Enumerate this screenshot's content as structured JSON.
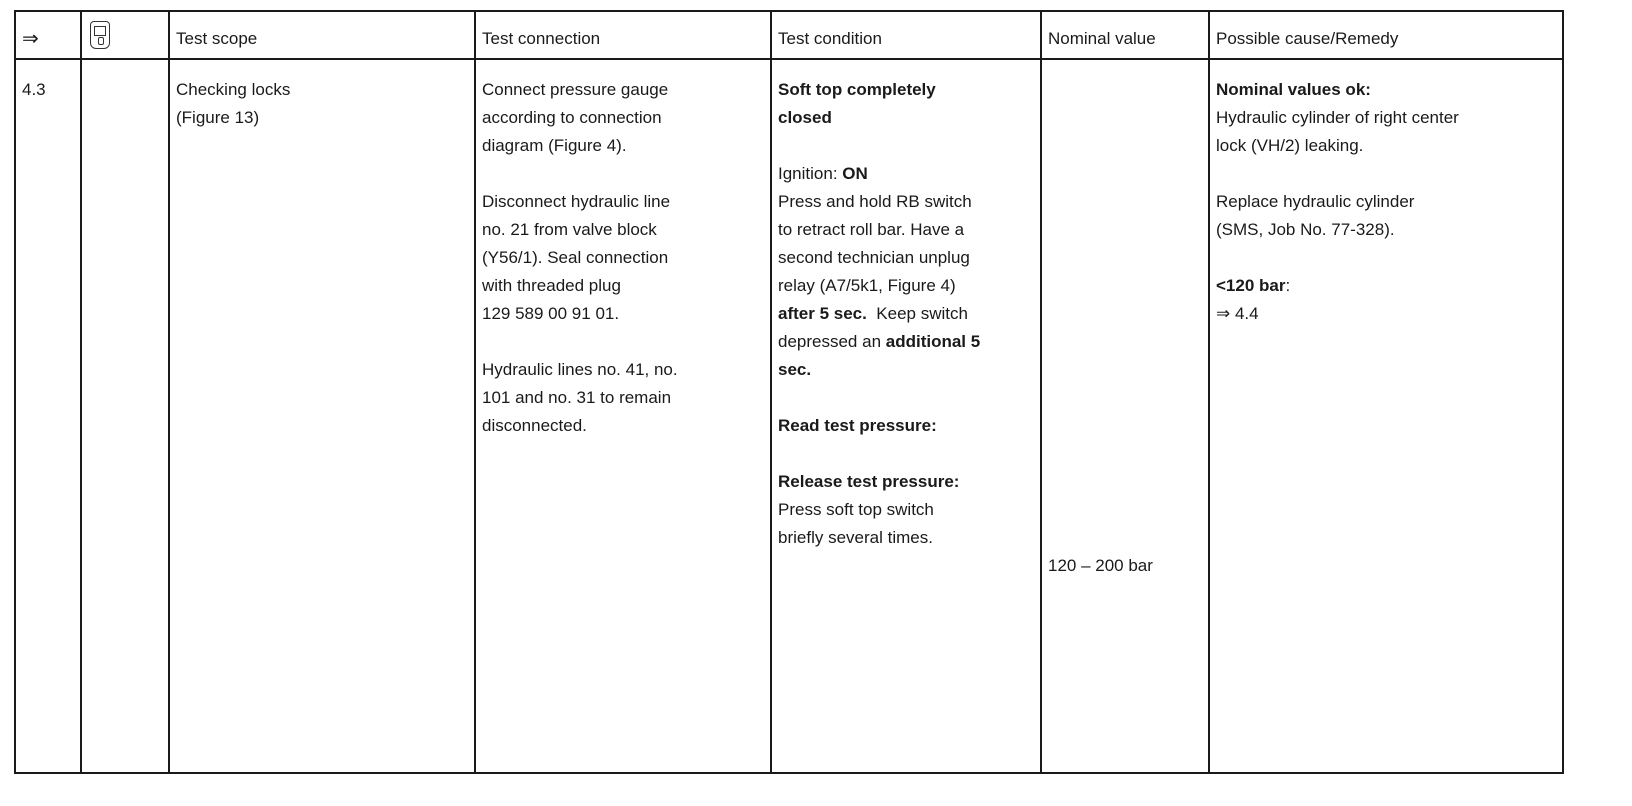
{
  "header": {
    "arrow": "⇒",
    "tester_icon": "tester-icon",
    "scope": "Test scope",
    "connection": "Test connection",
    "condition": "Test condition",
    "nominal": "Nominal value",
    "remedy": "Possible cause/Remedy"
  },
  "row": {
    "step": "4.3",
    "scope_line1": "Checking locks",
    "scope_line2": "(Figure 13)",
    "conn_p1": [
      "Connect pressure gauge",
      "according to connection",
      "diagram (Figure 4)."
    ],
    "conn_p2": [
      "Disconnect hydraulic line",
      "no. 21 from valve block",
      "(Y56/1).  Seal connection",
      "with threaded plug",
      "129 589 00 91 01."
    ],
    "conn_p3": [
      "Hydraulic lines no. 41,  no.",
      "101 and no. 31 to remain",
      "disconnected."
    ],
    "cond_head1": "Soft top completely",
    "cond_head2": "closed",
    "cond_ign_label": "Ignition: ",
    "cond_ign_value": "ON",
    "cond_l1": "Press and hold RB switch",
    "cond_l2": "to retract roll bar.  Have a",
    "cond_l3": "second technician unplug",
    "cond_l4": "relay (A7/5k1, Figure 4)",
    "cond_l5_bold": "after 5 sec.",
    "cond_l5_rest": "  Keep switch",
    "cond_l6_plain": "depressed an ",
    "cond_l6_bold": "additional 5",
    "cond_l7_bold": "sec.",
    "cond_read": "Read test pressure:",
    "cond_release": "Release test pressure:",
    "cond_r1": "Press soft top switch",
    "cond_r2": "briefly several times.",
    "nominal": "120 – 200 bar",
    "rem_head": "Nominal values ok:",
    "rem_l1": "Hydraulic cylinder of right center",
    "rem_l2": "lock (VH/2) leaking.",
    "rem_l3": "Replace hydraulic cylinder",
    "rem_l4": "(SMS, Job No. 77-328).",
    "rem_low": "<120 bar",
    "rem_low_colon": ":",
    "rem_goto": "⇒ 4.4"
  }
}
